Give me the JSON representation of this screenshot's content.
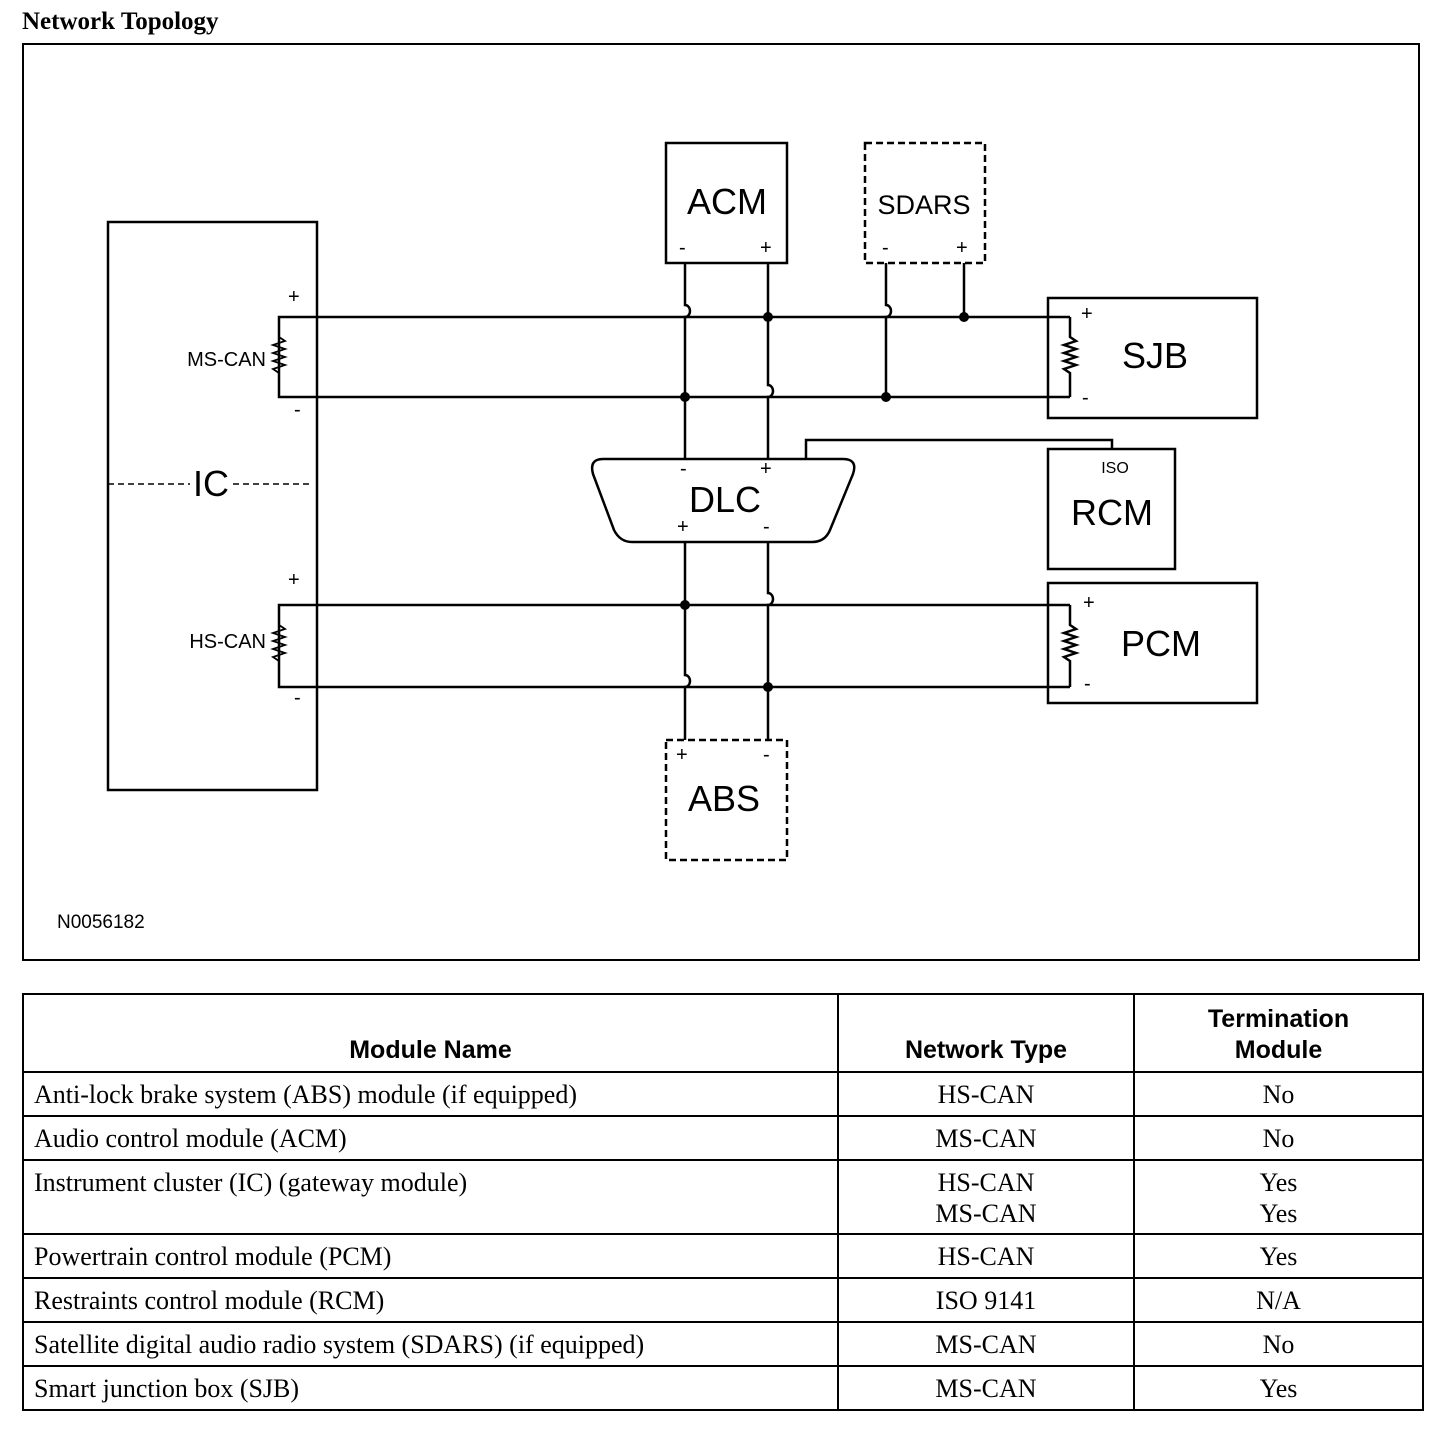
{
  "title": "Network Topology",
  "diagram": {
    "figure_id": "N0056182",
    "modules": {
      "ic": "IC",
      "acm": "ACM",
      "sdars": "SDARS",
      "sjb": "SJB",
      "dlc": "DLC",
      "rcm": "RCM",
      "rcm_sub": "ISO",
      "pcm": "PCM",
      "abs": "ABS"
    },
    "bus_labels": {
      "ms_can": "MS-CAN",
      "hs_can": "HS-CAN"
    },
    "polarity": {
      "plus": "+",
      "minus": "-"
    }
  },
  "table": {
    "headers": [
      "Module Name",
      "Network Type",
      "Termination Module"
    ],
    "rows": [
      {
        "module": "Anti-lock brake system (ABS) module (if equipped)",
        "network": [
          "HS-CAN"
        ],
        "termination": [
          "No"
        ]
      },
      {
        "module": "Audio control module (ACM)",
        "network": [
          "MS-CAN"
        ],
        "termination": [
          "No"
        ]
      },
      {
        "module": "Instrument cluster (IC) (gateway module)",
        "network": [
          "HS-CAN",
          "MS-CAN"
        ],
        "termination": [
          "Yes",
          "Yes"
        ]
      },
      {
        "module": "Powertrain control module (PCM)",
        "network": [
          "HS-CAN"
        ],
        "termination": [
          "Yes"
        ]
      },
      {
        "module": "Restraints control module (RCM)",
        "network": [
          "ISO 9141"
        ],
        "termination": [
          "N/A"
        ]
      },
      {
        "module": "Satellite digital audio radio system (SDARS) (if equipped)",
        "network": [
          "MS-CAN"
        ],
        "termination": [
          "No"
        ]
      },
      {
        "module": "Smart junction box (SJB)",
        "network": [
          "MS-CAN"
        ],
        "termination": [
          "Yes"
        ]
      }
    ]
  }
}
